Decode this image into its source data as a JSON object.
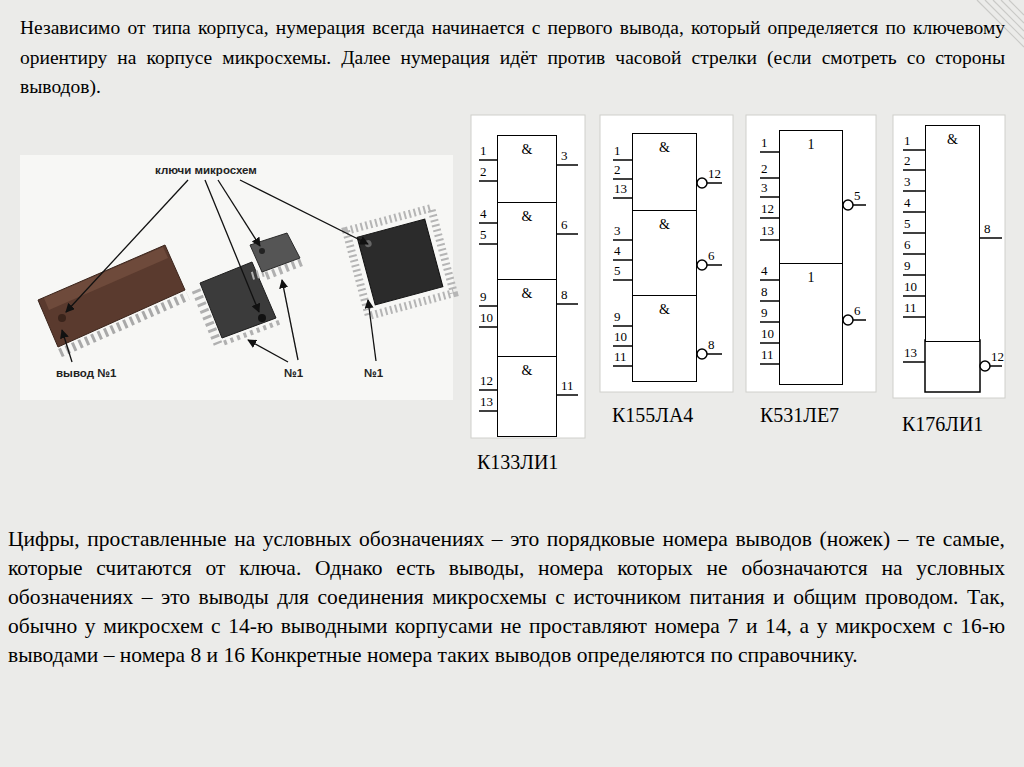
{
  "diagram": {
    "nodes": [
      {
        "text": [
          "&"
        ]
      },
      {
        "text": [
          "&"
        ]
      },
      {
        "text": [
          "&"
        ]
      },
      {
        "text": [
          "&"
        ]
      },
      {
        "text": [
          "&"
        ]
      },
      {
        "text": [
          "&"
        ]
      },
      {
        "text": [
          "&"
        ]
      },
      {
        "text": [
          "1"
        ]
      },
      {
        "text": [
          "1"
        ]
      },
      {
        "text": [
          "&"
        ]
      }
    ],
    "labels": [
      "Независимо от типа корпуса, нумерация всегда начинается с первого вывода, который определяется по ключевому ориентиру на корпусе микросхемы. Далее нумерация идёт против часовой стрелки (если смотреть со стороны выводов).",
      "ключи микросхем",
      "вывод №1",
      "№1",
      "№1",
      "1",
      "2",
      "4",
      "5",
      "9",
      "10",
      "12",
      "13",
      "3",
      "6",
      "8",
      "11",
      "К133ЛИ1",
      "1",
      "2",
      "13",
      "3",
      "4",
      "5",
      "9",
      "10",
      "11",
      "12",
      "6",
      "8",
      "К155ЛА4",
      "1",
      "2",
      "3",
      "12",
      "13",
      "4",
      "8",
      "9",
      "10",
      "11",
      "5",
      "6",
      "К531ЛЕ7",
      "1",
      "2",
      "3",
      "4",
      "5",
      "6",
      "9",
      "10",
      "11",
      "13",
      "8",
      "12",
      "К176ЛИ1",
      "Цифры, проставленные на условных обозначениях – это порядковые номера выводов (ножек) – те самые, которые считаются от ключа. Однако есть выводы, номера которых не обозначаются на условных обозначениях – это выводы для соединения микросхемы с источником питания и общим проводом. Так, обычно у микросхем с 14-ю выводными корпусами не проставляют номера 7 и 14, а у микросхем с 16-ю выводами – номера 8 и 16 Конкретные номера таких выводов определяются по справочнику."
    ]
  }
}
